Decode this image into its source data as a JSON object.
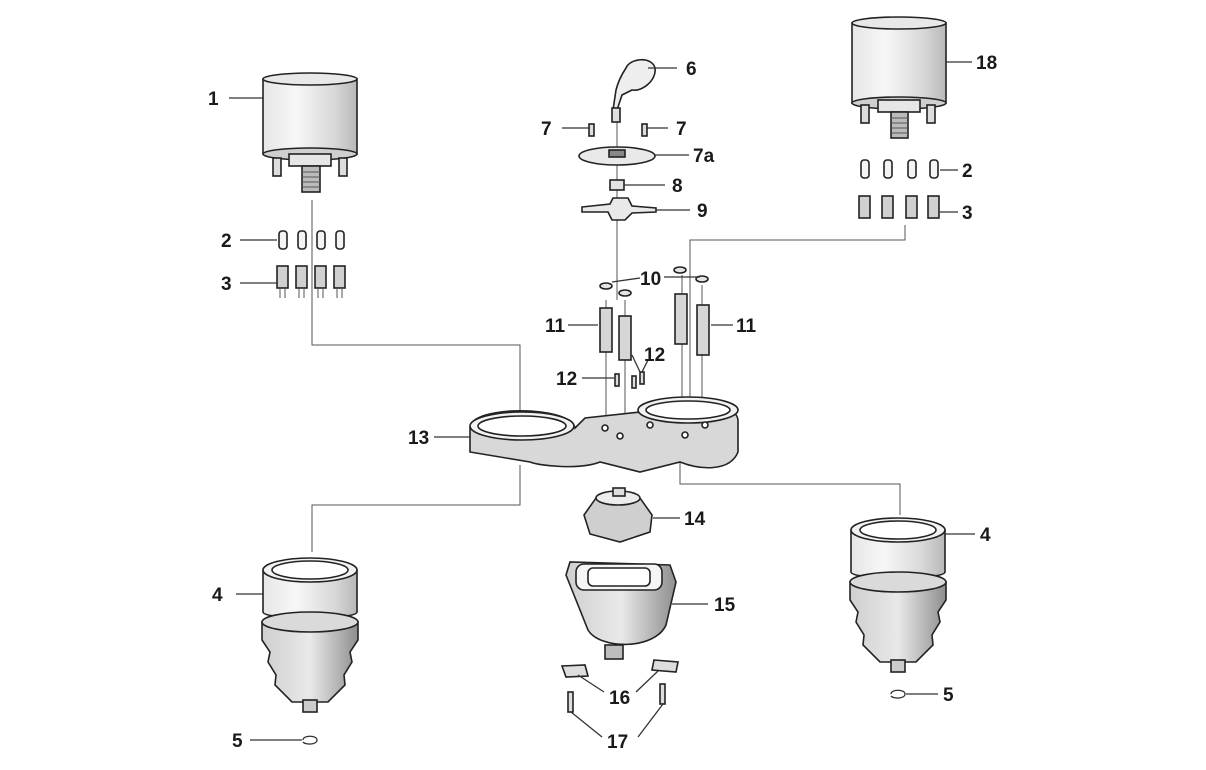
{
  "diagram": {
    "callouts": {
      "c1": "1",
      "c2_left": "2",
      "c3_left": "3",
      "c6": "6",
      "c7_left": "7",
      "c7_right": "7",
      "c7a": "7a",
      "c8": "8",
      "c9": "9",
      "c10": "10",
      "c11_left": "11",
      "c11_right": "11",
      "c12_top": "12",
      "c12_left": "12",
      "c13": "13",
      "c14": "14",
      "c15": "15",
      "c16": "16",
      "c17": "17",
      "c18": "18",
      "c2_right": "2",
      "c3_right": "3",
      "c4_left": "4",
      "c4_right": "4",
      "c5_left": "5",
      "c5_right": "5"
    },
    "colors": {
      "line": "#333333",
      "fill_light": "#f2f2f2",
      "fill_mid": "#d8d8d8",
      "fill_dark": "#9a9a9a",
      "ink": "#1a1a1a"
    }
  }
}
